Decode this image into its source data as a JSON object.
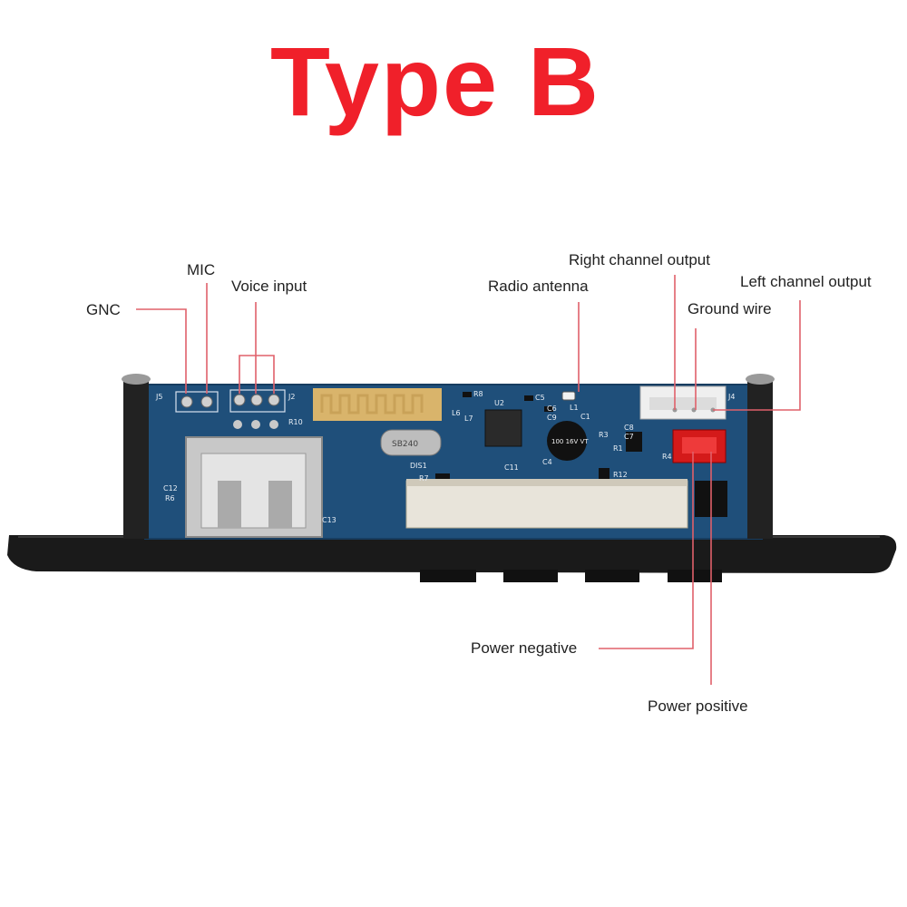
{
  "title": {
    "text": "Type B",
    "color": "#f0202a"
  },
  "colors": {
    "leader_line": "#e0606a",
    "pcb_blue": "#1f4f7a",
    "panel_black": "#1a1a1a"
  },
  "labels": {
    "gnc": "GNC",
    "mic": "MIC",
    "voice_input": "Voice input",
    "radio_antenna": "Radio antenna",
    "right_channel_output": "Right channel output",
    "left_channel_output": "Left channel output",
    "ground_wire": "Ground wire",
    "power_negative": "Power negative",
    "power_positive": "Power positive"
  },
  "board_marks": {
    "j5": "J5",
    "j2": "J2",
    "r10": "R10",
    "r8": "R8",
    "c5": "C5",
    "c6": "C6",
    "c9": "C9",
    "l6": "L6",
    "l7": "L7",
    "u2": "U2",
    "l1": "L1",
    "c1": "C1",
    "cap_value": "100 16V VT",
    "crystal": "SB240",
    "dis1": "DIS1",
    "c11": "C11",
    "c4": "C4",
    "r7": "R7",
    "c12": "C12",
    "r6": "R6",
    "c13": "C13",
    "r3": "R3",
    "r1": "R1",
    "c8": "C8",
    "c7": "C7",
    "r12": "R12",
    "r4": "R4",
    "j4": "J4"
  }
}
